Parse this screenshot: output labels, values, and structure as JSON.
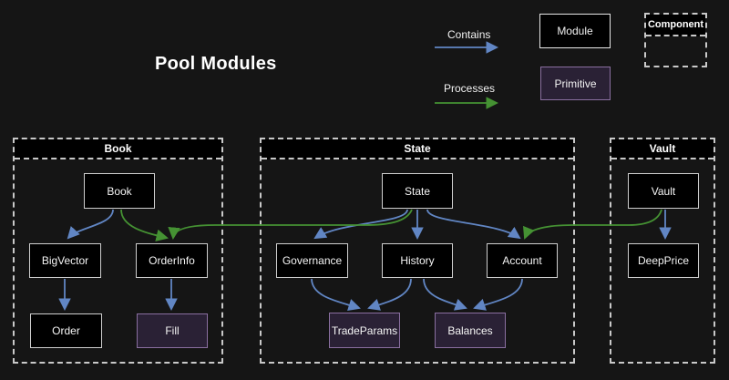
{
  "title": "Pool Modules",
  "legend": {
    "contains": "Contains",
    "processes": "Processes",
    "module": "Module",
    "primitive": "Primitive",
    "component": "Component"
  },
  "colors": {
    "background": "#151515",
    "node_fill": "#000000",
    "node_border": "#cfcfcf",
    "primitive_fill": "#2a2135",
    "primitive_border": "#8a6fa0",
    "container_border": "#c9c9c9",
    "contains_edge": "#6186c4",
    "processes_edge": "#459233",
    "text": "#ffffff"
  },
  "containers": [
    {
      "label": "Book",
      "nodes": [
        {
          "label": "Book",
          "type": "module"
        },
        {
          "label": "BigVector",
          "type": "module"
        },
        {
          "label": "OrderInfo",
          "type": "module"
        },
        {
          "label": "Order",
          "type": "module"
        },
        {
          "label": "Fill",
          "type": "primitive"
        }
      ]
    },
    {
      "label": "State",
      "nodes": [
        {
          "label": "State",
          "type": "module"
        },
        {
          "label": "Governance",
          "type": "module"
        },
        {
          "label": "History",
          "type": "module"
        },
        {
          "label": "Account",
          "type": "module"
        },
        {
          "label": "TradeParams",
          "type": "primitive"
        },
        {
          "label": "Balances",
          "type": "primitive"
        }
      ]
    },
    {
      "label": "Vault",
      "nodes": [
        {
          "label": "Vault",
          "type": "module"
        },
        {
          "label": "DeepPrice",
          "type": "module"
        }
      ]
    }
  ],
  "edges": [
    {
      "from": "Book",
      "to": "BigVector",
      "type": "contains"
    },
    {
      "from": "BigVector",
      "to": "Order",
      "type": "contains"
    },
    {
      "from": "OrderInfo",
      "to": "Fill",
      "type": "contains"
    },
    {
      "from": "State",
      "to": "Governance",
      "type": "contains"
    },
    {
      "from": "State",
      "to": "History",
      "type": "contains"
    },
    {
      "from": "State",
      "to": "Account",
      "type": "contains"
    },
    {
      "from": "Governance",
      "to": "TradeParams",
      "type": "contains"
    },
    {
      "from": "History",
      "to": "TradeParams",
      "type": "contains"
    },
    {
      "from": "History",
      "to": "Balances",
      "type": "contains"
    },
    {
      "from": "Account",
      "to": "Balances",
      "type": "contains"
    },
    {
      "from": "Vault",
      "to": "DeepPrice",
      "type": "contains"
    },
    {
      "from": "Book",
      "to": "OrderInfo",
      "type": "processes"
    },
    {
      "from": "State",
      "to": "OrderInfo",
      "type": "processes"
    },
    {
      "from": "Vault",
      "to": "Account",
      "type": "processes"
    }
  ]
}
